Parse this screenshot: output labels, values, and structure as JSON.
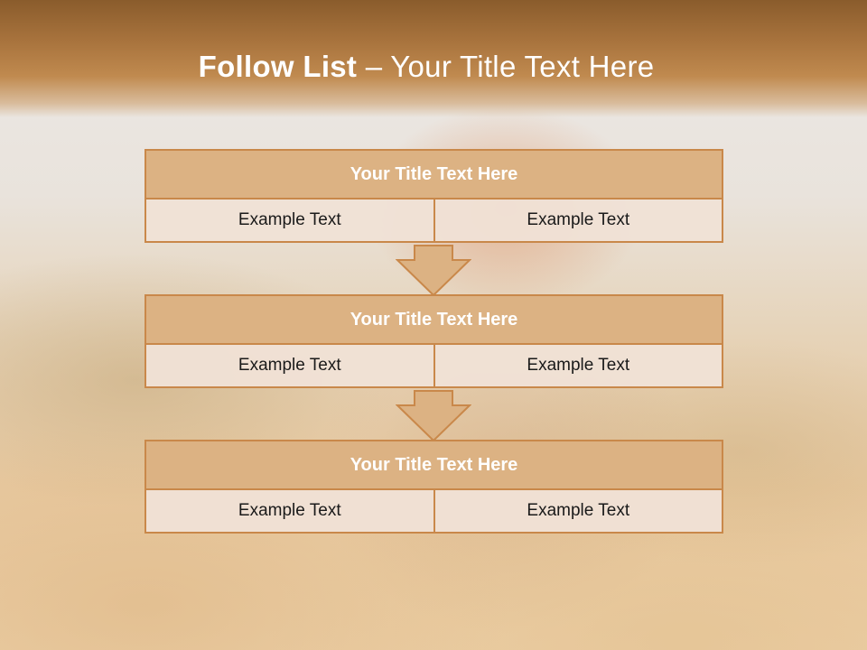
{
  "header": {
    "title_bold": "Follow List",
    "title_rest": " – Your Title Text Here"
  },
  "blocks": [
    {
      "title": "Your Title Text Here",
      "left": "Example Text",
      "right": "Example Text"
    },
    {
      "title": "Your Title Text Here",
      "left": "Example Text",
      "right": "Example Text"
    },
    {
      "title": "Your Title Text Here",
      "left": "Example Text",
      "right": "Example Text"
    }
  ],
  "colors": {
    "header": "#a8733d",
    "block_title_fill": "#dcb283",
    "border": "#c9884a",
    "cell_fill": "#f0e2d6"
  },
  "icons": [
    "arrow-down-icon",
    "arrow-down-icon"
  ]
}
